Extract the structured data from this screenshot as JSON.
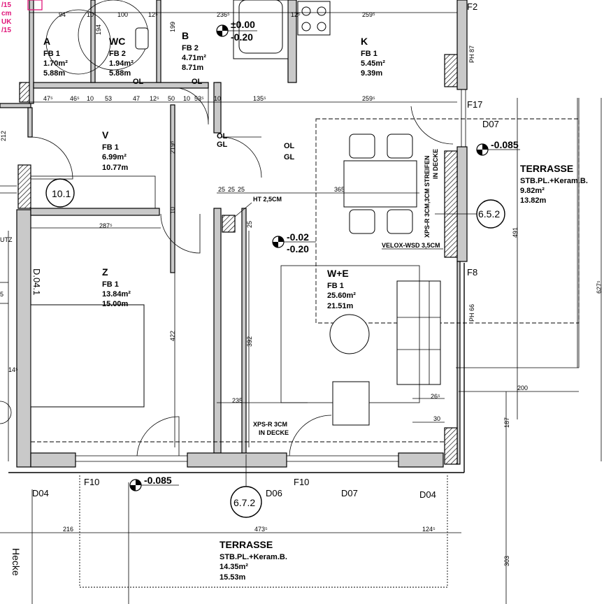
{
  "rooms": {
    "a": {
      "name": "A",
      "fb": "FB 1",
      "area": "1.70m²",
      "perim": "5.88m"
    },
    "wc": {
      "name": "WC",
      "fb": "FB 2",
      "area": "1.94m²",
      "perim": "5.88m"
    },
    "b": {
      "name": "B",
      "fb": "FB 2",
      "area": "4.71m²",
      "perim": "8.71m"
    },
    "k": {
      "name": "K",
      "fb": "FB 1",
      "area": "5.45m²",
      "perim": "9.39m"
    },
    "v": {
      "name": "V",
      "fb": "FB 1",
      "area": "6.99m²",
      "perim": "10.77m"
    },
    "z": {
      "name": "Z",
      "fb": "FB 1",
      "area": "13.84m²",
      "perim": "15.00m"
    },
    "we": {
      "name": "W+E",
      "fb": "FB 1",
      "area": "25.60m²",
      "perim": "21.51m"
    },
    "terrace_east": {
      "name": "TERRASSE",
      "finish": "STB.PL.+Keram.B.",
      "area": "9.82m²",
      "perim": "13.82m"
    },
    "terrace_south": {
      "name": "TERRASSE",
      "finish": "STB.PL.+Keram.B.",
      "area": "14.35m²",
      "perim": "15.53m"
    }
  },
  "levels": {
    "lvl1_top": "±0.00",
    "lvl1_bot": "-0.20",
    "lvl2_top": "-0.02",
    "lvl2_bot": "-0.20",
    "lvl3": "-0.085",
    "lvl4": "-0.085"
  },
  "tags": {
    "f2": "F2",
    "f17": "F17",
    "f8": "F8",
    "d07_top": "D07",
    "f10_a": "F10",
    "f10_b": "F10",
    "d04_a": "D04",
    "d04_b": "D04",
    "d06": "D06",
    "d07_bot": "D07",
    "ph87": "PH 87",
    "ph66": "PH 66",
    "d041": "D.04.1",
    "hecke": "Hecke"
  },
  "sections": {
    "s101": "10.1",
    "s652": "6.5.2",
    "s672": "6.7.2"
  },
  "notes": {
    "ol": "OL",
    "gl": "GL",
    "ht": "HT 2,5CM",
    "xps_top": "XPS-R 3CM,3CM STREIFEN",
    "xps_top2": "IN DECKE",
    "velox": "VELOX-WSD 3,5CM",
    "xps_bot": "XPS-R 3CM",
    "xps_bot2": "IN DECKE",
    "pink1": "/15",
    "pink2": "cm",
    "pink3": "UK",
    "pink4": "/15",
    "utz": "UTZ"
  },
  "dims": {
    "d94": "94",
    "d10a": "10",
    "d100": "100",
    "d12a": "12⁵",
    "d236": "236⁵",
    "d12b": "12⁵",
    "d259a": "259⁵",
    "d194": "194",
    "d199": "199",
    "d47": "47⁵",
    "d46": "46⁵",
    "d10b": "10",
    "d53": "53",
    "d47b": "47",
    "d12c": "12⁵",
    "d50": "50",
    "d10c": "10",
    "d53b": "53⁵",
    "d10d": "10",
    "d135": "135⁵",
    "d259b": "259⁵",
    "d212": "212",
    "d219": "219⁵",
    "d10e": "10",
    "d287": "287⁵",
    "d25a": "25",
    "d25b": "25",
    "d25c": "25",
    "d365": "365",
    "d25d": "25",
    "d422": "422",
    "d392": "392",
    "d235": "235",
    "d491": "491",
    "d200": "200",
    "d187": "187",
    "d26": "26⁵",
    "d30": "30",
    "d216": "216",
    "d473": "473⁵",
    "d124": "124⁵",
    "d303": "303",
    "d14": "14⁵",
    "d5": "5",
    "d627": "627⁵"
  }
}
